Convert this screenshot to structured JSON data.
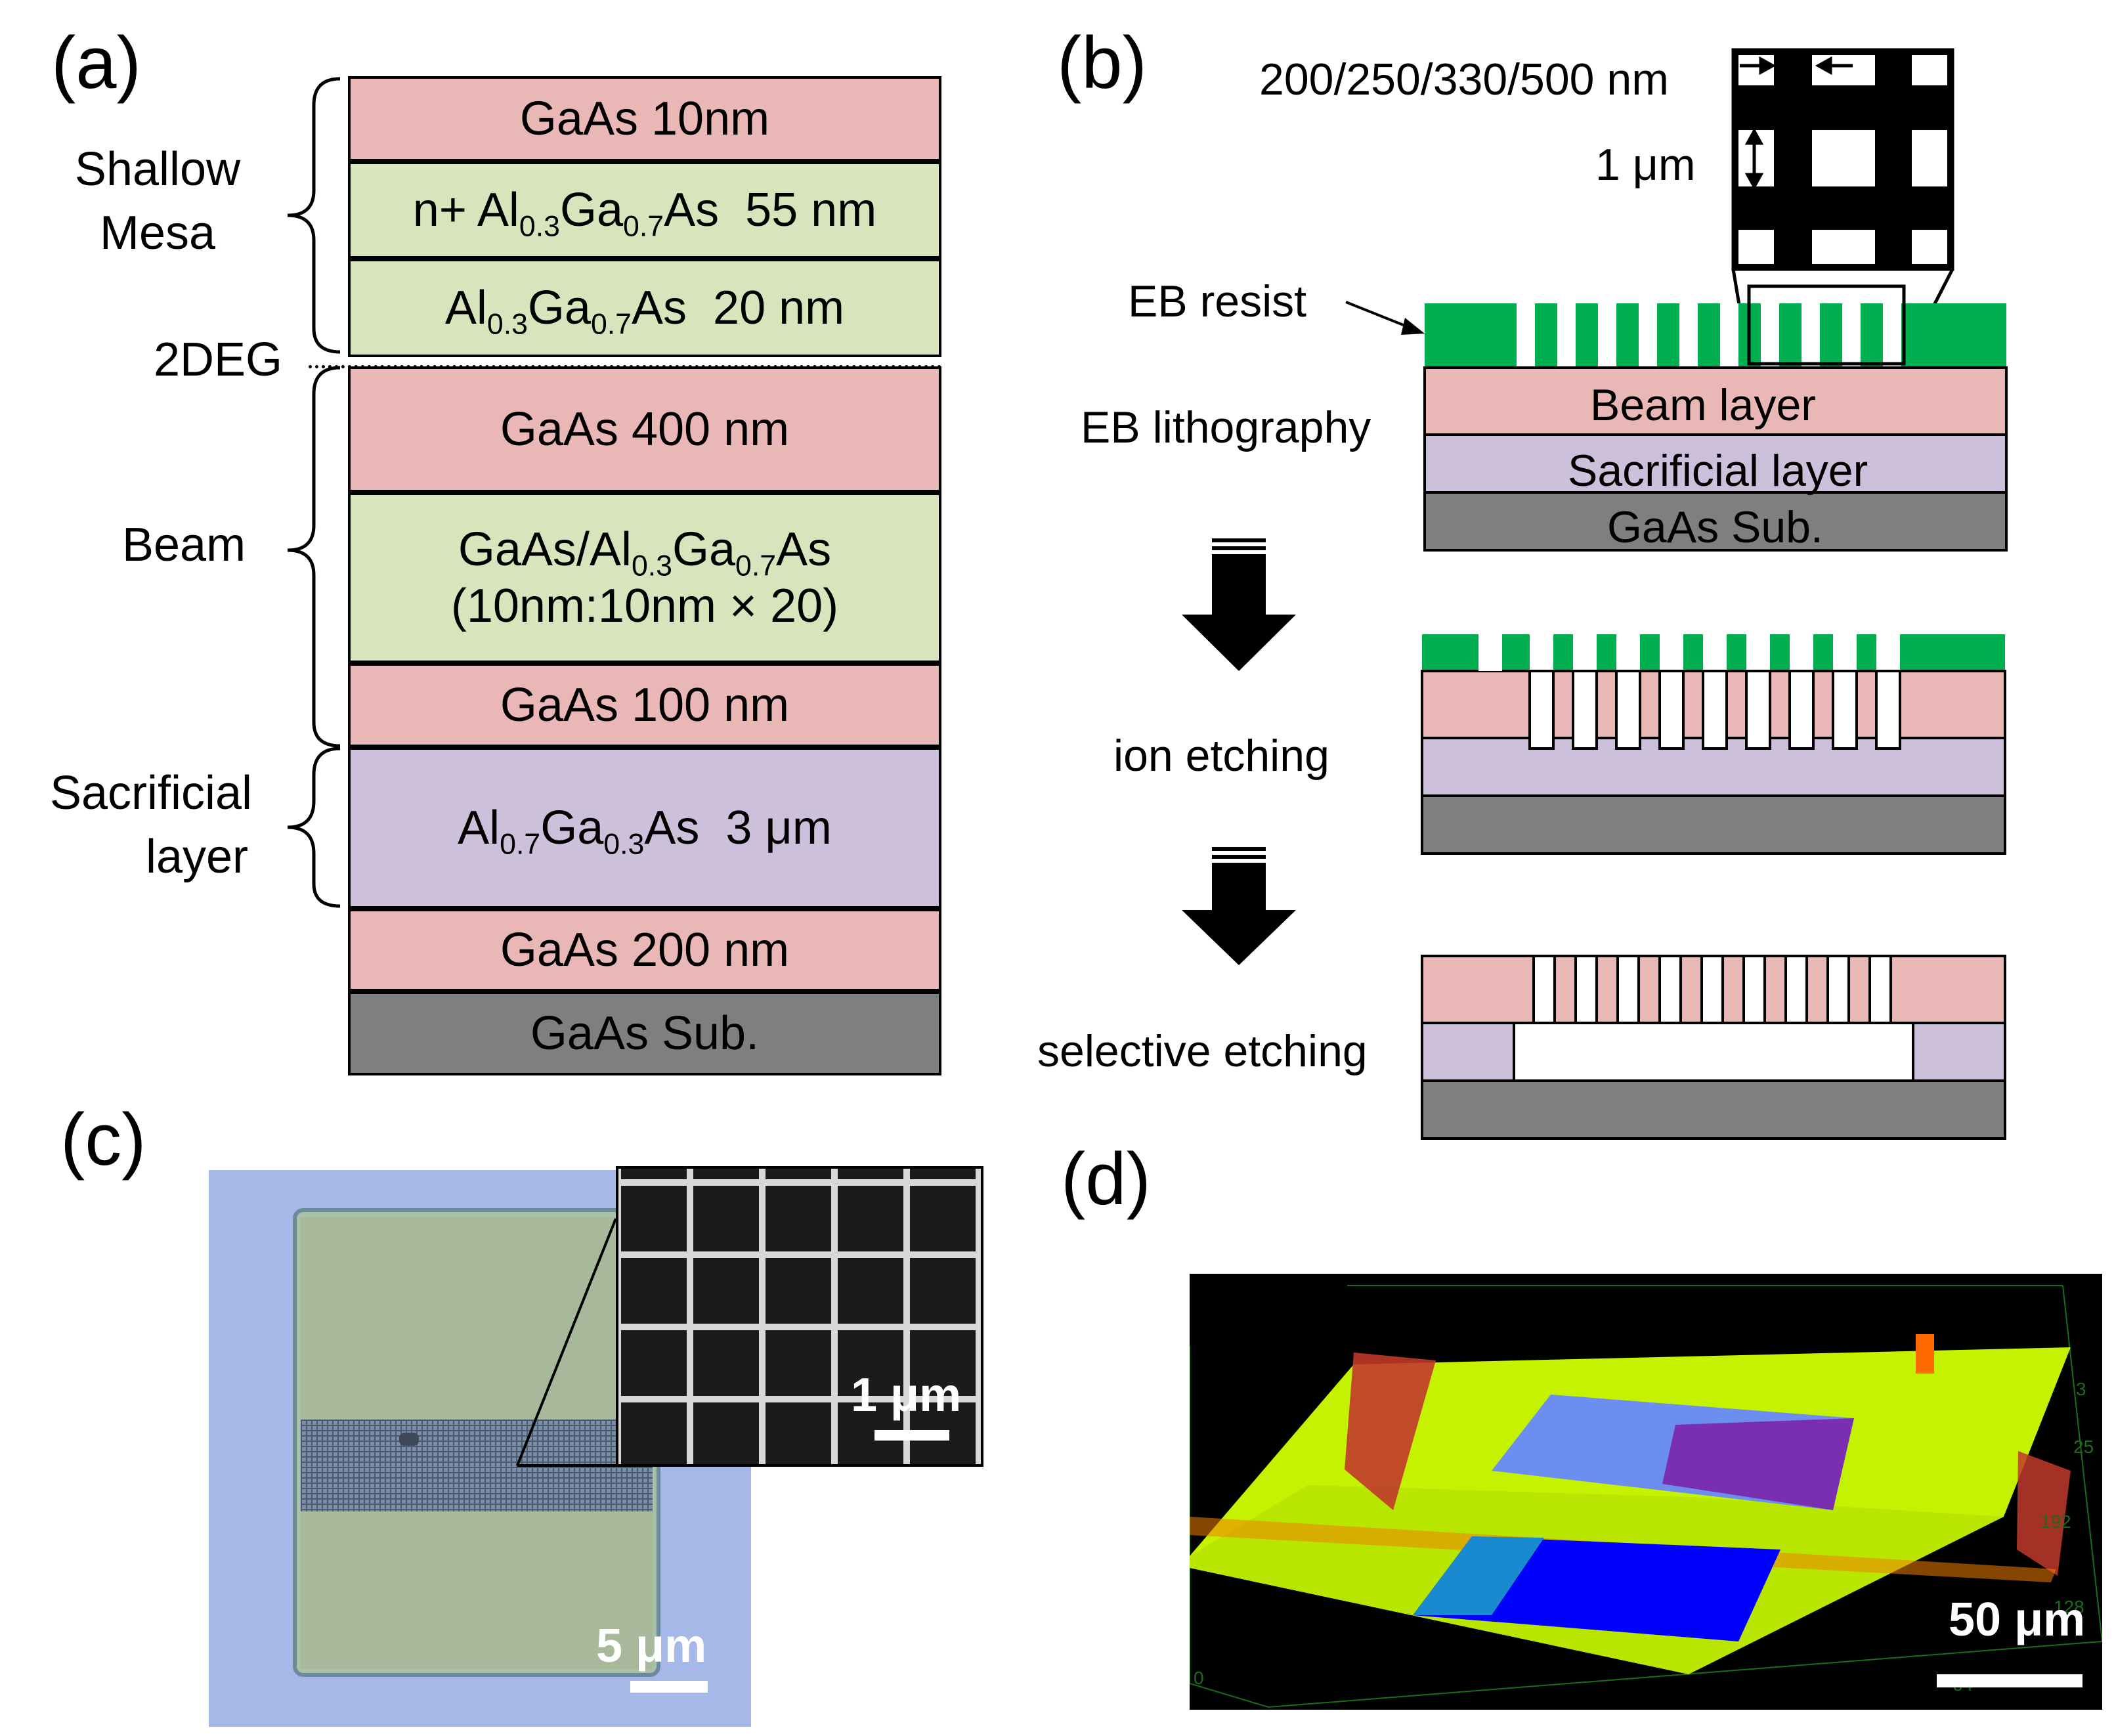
{
  "panels": {
    "a": "(a)",
    "b": "(b)",
    "c": "(c)",
    "d": "(d)"
  },
  "panel_a": {
    "layers": [
      {
        "parts": [
          "GaAs 10nm"
        ],
        "color": "#e8b7b6"
      },
      {
        "parts": [
          "n+ Al",
          "0.3",
          "Ga",
          "0.7",
          "As  55 nm"
        ],
        "color": "#d8e4bc"
      },
      {
        "parts": [
          "Al",
          "0.3",
          "Ga",
          "0.7",
          "As  20 nm"
        ],
        "color": "#d8e4bc"
      },
      {
        "parts": [
          "GaAs 400 nm"
        ],
        "color": "#e8b7b6"
      },
      {
        "parts": [
          "GaAs/Al",
          "0.3",
          "Ga",
          "0.7",
          "As",
          "(10nm:10nm × 20)"
        ],
        "color": "#d8e4bc"
      },
      {
        "parts": [
          "GaAs 100 nm"
        ],
        "color": "#e8b7b6"
      },
      {
        "parts": [
          "Al",
          "0.7",
          "Ga",
          "0.3",
          "As  3 μm"
        ],
        "color": "#ccc0da"
      },
      {
        "parts": [
          "GaAs 200 nm"
        ],
        "color": "#e8b7b6"
      },
      {
        "parts": [
          "GaAs Sub."
        ],
        "color": "#7f7f7f"
      }
    ],
    "groups": {
      "shallow_mesa": [
        "Shallow",
        "Mesa"
      ],
      "twodeg": "2DEG",
      "beam": "Beam",
      "sacrificial": [
        "Sacrificial",
        "layer"
      ]
    }
  },
  "panel_b": {
    "dims_label": "200/250/330/500 nm",
    "pitch_label": "1 μm",
    "eb_resist": "EB resist",
    "eb_lithography": "EB lithography",
    "beam_layer": "Beam layer",
    "sacrificial_layer": "Sacrificial layer",
    "substrate": "GaAs Sub.",
    "ion_etching": "ion etching",
    "selective_etching": "selective etching",
    "colors": {
      "resist": "#00b050",
      "beam": "#e8b7b6",
      "sacrificial": "#ccc0da",
      "substrate": "#7f7f7f"
    }
  },
  "panel_c": {
    "inset_scale": "1 μm",
    "scale": "5 μm"
  },
  "panel_d": {
    "scale": "50 μm",
    "tick_labels": [
      "192",
      "128",
      "64",
      "0",
      "25",
      "3"
    ]
  }
}
